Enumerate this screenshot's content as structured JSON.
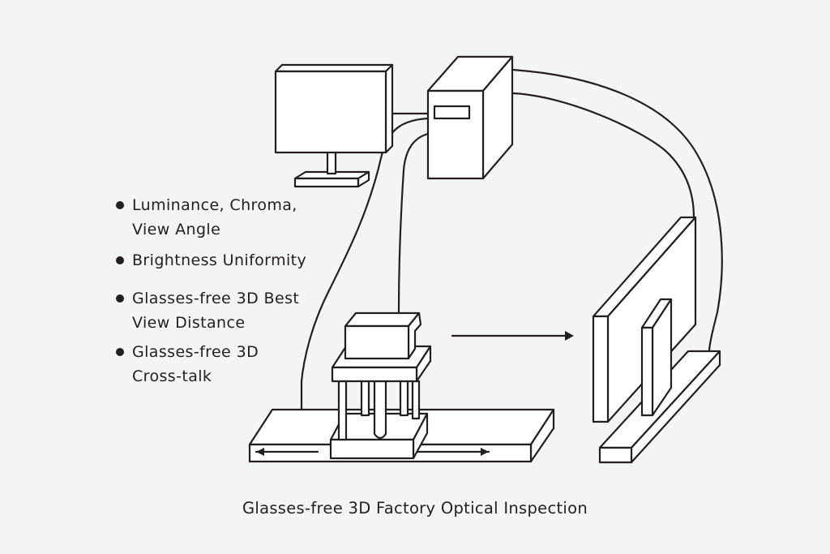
{
  "caption": "Glasses-free 3D Factory Optical Inspection",
  "features": [
    "Luminance, Chroma, View Angle",
    "Brightness Uniformity",
    "Glasses-free 3D Best View Distance",
    "Glasses-free 3D Cross-talk"
  ],
  "feature_lines": [
    [
      "Luminance, Chroma,",
      "View Angle"
    ],
    [
      "Brightness Uniformity"
    ],
    [
      "Glasses-free 3D Best",
      "View Distance"
    ],
    [
      "Glasses-free 3D",
      "Cross-talk"
    ]
  ],
  "colors": {
    "background": "#f2f4f6",
    "ink": "#231f20",
    "fill": "#ffffff"
  },
  "components": {
    "monitor": "monitor",
    "computer": "computer-tower",
    "camera": "measurement-camera",
    "stage": "linear-motion-stage",
    "display_under_test": "display-under-test"
  }
}
